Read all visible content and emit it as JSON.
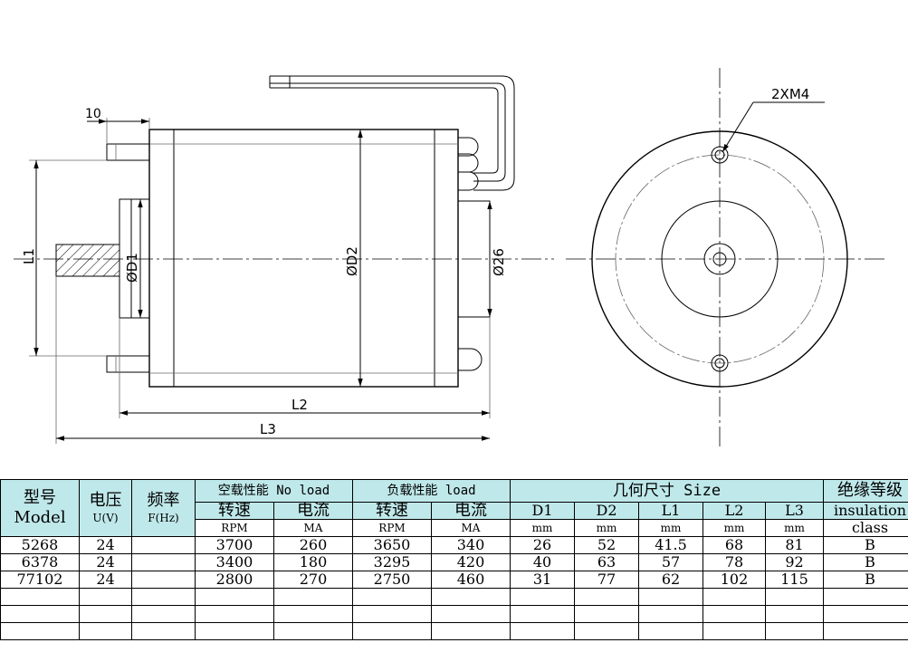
{
  "drawing": {
    "labels": {
      "dim_10": "10",
      "hole_callout": "2XM4",
      "l1": "L1",
      "l2": "L2",
      "l3": "L3",
      "d1": "ØD1",
      "d2": "ØD2",
      "d26": "Ø26"
    }
  },
  "table": {
    "headers": {
      "model_cn": "型号",
      "model_en": "Model",
      "voltage_cn": "电压",
      "voltage_unit": "U(V)",
      "freq_cn": "频率",
      "freq_unit": "F(Hz)",
      "noload_group": "空载性能 No load",
      "load_group": "负载性能 load",
      "size_group": "几何尺寸 Size",
      "insulation_group": "绝缘等级",
      "speed_cn": "转速",
      "current_cn": "电流",
      "d1": "D1",
      "d2": "D2",
      "l1": "L1",
      "l2": "L2",
      "l3": "L3",
      "insulation_en": "insulation",
      "rpm": "RPM",
      "ma": "MA",
      "mm": "mm",
      "class": "class"
    },
    "rows": [
      {
        "model": "5268",
        "voltage": "24",
        "freq": "",
        "nl_rpm": "3700",
        "nl_ma": "260",
        "l_rpm": "3650",
        "l_ma": "340",
        "d1": "26",
        "d2": "52",
        "l1": "41.5",
        "l2": "68",
        "l3": "81",
        "ins": "B"
      },
      {
        "model": "6378",
        "voltage": "24",
        "freq": "",
        "nl_rpm": "3400",
        "nl_ma": "180",
        "l_rpm": "3295",
        "l_ma": "420",
        "d1": "40",
        "d2": "63",
        "l1": "57",
        "l2": "78",
        "l3": "92",
        "ins": "B"
      },
      {
        "model": "77102",
        "voltage": "24",
        "freq": "",
        "nl_rpm": "2800",
        "nl_ma": "270",
        "l_rpm": "2750",
        "l_ma": "460",
        "d1": "31",
        "d2": "77",
        "l1": "62",
        "l2": "102",
        "l3": "115",
        "ins": "B"
      },
      {
        "model": "",
        "voltage": "",
        "freq": "",
        "nl_rpm": "",
        "nl_ma": "",
        "l_rpm": "",
        "l_ma": "",
        "d1": "",
        "d2": "",
        "l1": "",
        "l2": "",
        "l3": "",
        "ins": ""
      },
      {
        "model": "",
        "voltage": "",
        "freq": "",
        "nl_rpm": "",
        "nl_ma": "",
        "l_rpm": "",
        "l_ma": "",
        "d1": "",
        "d2": "",
        "l1": "",
        "l2": "",
        "l3": "",
        "ins": ""
      },
      {
        "model": "",
        "voltage": "",
        "freq": "",
        "nl_rpm": "",
        "nl_ma": "",
        "l_rpm": "",
        "l_ma": "",
        "d1": "",
        "d2": "",
        "l1": "",
        "l2": "",
        "l3": "",
        "ins": ""
      }
    ]
  }
}
